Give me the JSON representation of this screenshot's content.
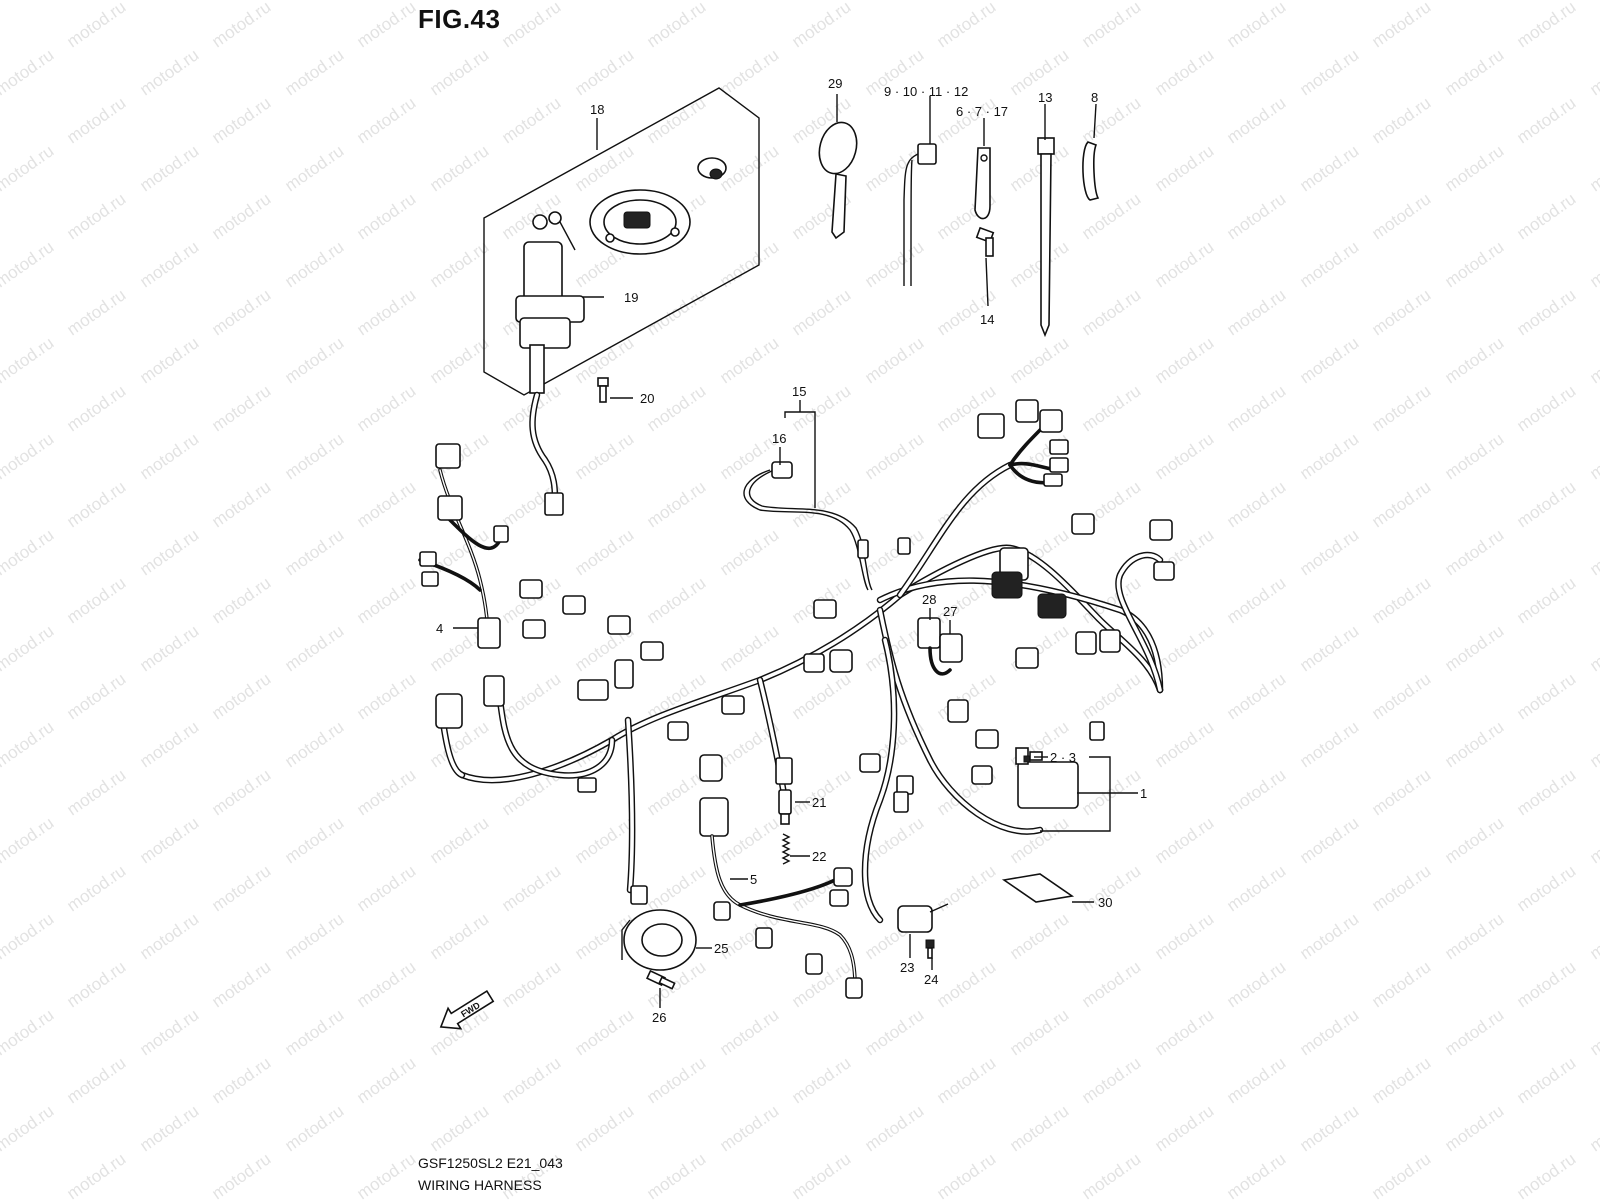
{
  "figure": {
    "title": "FIG.43",
    "model_code": "GSF1250SL2 E21_043",
    "name": "WIRING HARNESS"
  },
  "watermark": {
    "text": "motod.ru"
  },
  "direction_arrow": {
    "text": "FWD"
  },
  "callouts": {
    "c1": "1",
    "c2_3": "2 · 3",
    "c4": "4",
    "c5": "5",
    "c6_7_17": "6 · 7 · 17",
    "c8": "8",
    "c9_12": "9 · 10 · 11 · 12",
    "c13": "13",
    "c14": "14",
    "c15": "15",
    "c16": "16",
    "c18": "18",
    "c19": "19",
    "c20": "20",
    "c21": "21",
    "c22": "22",
    "c23": "23",
    "c24": "24",
    "c25": "25",
    "c26": "26",
    "c27": "27",
    "c28": "28",
    "c29": "29",
    "c30": "30"
  }
}
